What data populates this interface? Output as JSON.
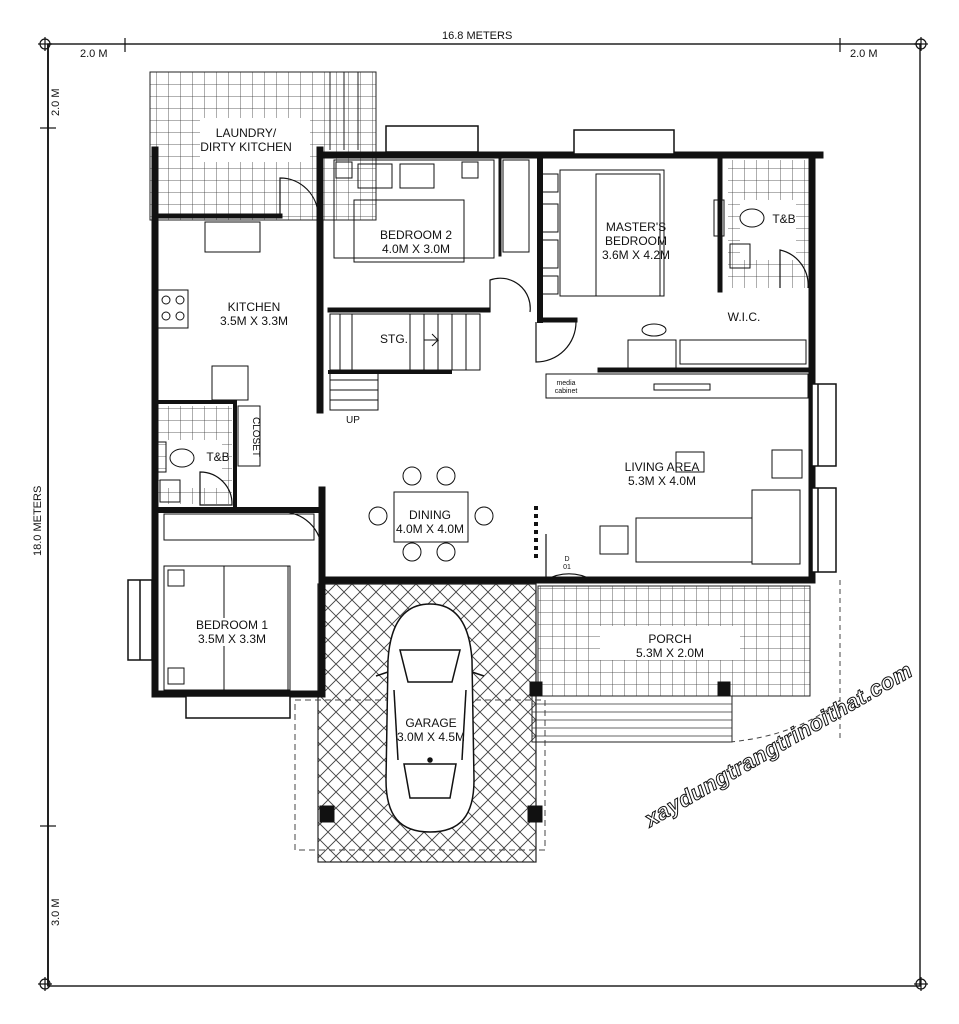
{
  "dimensions": {
    "top_total": "16.8 METERS",
    "top_left": "2.0 M",
    "top_right": "2.0 M",
    "left_total": "18.0 METERS",
    "left_top": "2.0 M",
    "left_bottom": "3.0 M"
  },
  "rooms": {
    "laundry": {
      "name": "LAUNDRY/\nDIRTY KITCHEN"
    },
    "bedroom2": {
      "name": "BEDROOM 2",
      "size": "4.0M X 3.0M"
    },
    "master": {
      "name": "MASTER'S\nBEDROOM",
      "size": "3.6M X 4.2M"
    },
    "tb_master": {
      "name": "T&B"
    },
    "wic": {
      "name": "W.I.C."
    },
    "kitchen": {
      "name": "KITCHEN",
      "size": "3.5M X 3.3M"
    },
    "stg": {
      "name": "STG."
    },
    "up": {
      "name": "UP"
    },
    "media": {
      "name": "media\ncabinet"
    },
    "closet": {
      "name": "CLOSET"
    },
    "tb_common": {
      "name": "T&B"
    },
    "living": {
      "name": "LIVING AREA",
      "size": "5.3M X 4.0M"
    },
    "dining": {
      "name": "DINING",
      "size": "4.0M X 4.0M"
    },
    "door_tag": {
      "top": "D",
      "bottom": "01"
    },
    "bedroom1": {
      "name": "BEDROOM 1",
      "size": "3.5M X 3.3M"
    },
    "porch": {
      "name": "PORCH",
      "size": "5.3M X 2.0M"
    },
    "garage": {
      "name": "GARAGE",
      "size": "3.0M X 4.5M"
    }
  },
  "watermark": "xaydungtrangtrinoithat.com"
}
